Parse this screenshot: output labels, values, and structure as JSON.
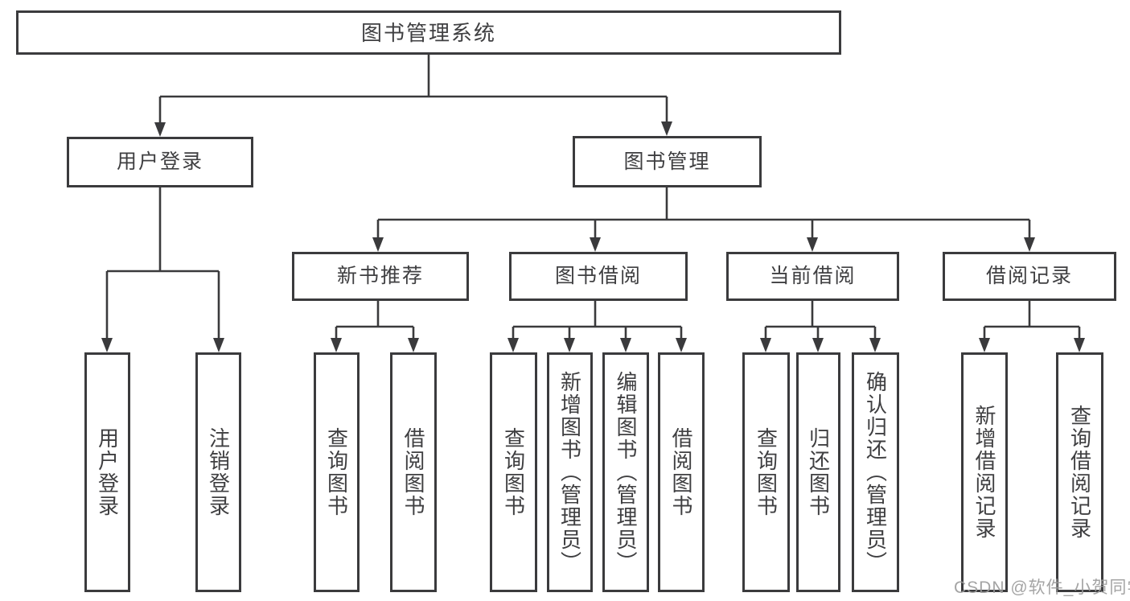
{
  "diagram_type": "hierarchy-tree",
  "root": {
    "id": "library-management-system",
    "label": "图书管理系统"
  },
  "level2": [
    {
      "id": "user-login",
      "label": "用户登录",
      "parent": "library-management-system"
    },
    {
      "id": "book-management",
      "label": "图书管理",
      "parent": "library-management-system"
    }
  ],
  "level3": [
    {
      "id": "new-book-recommend",
      "label": "新书推荐",
      "parent": "book-management"
    },
    {
      "id": "book-borrow",
      "label": "图书借阅",
      "parent": "book-management"
    },
    {
      "id": "current-borrow",
      "label": "当前借阅",
      "parent": "book-management"
    },
    {
      "id": "borrow-records",
      "label": "借阅记录",
      "parent": "book-management"
    }
  ],
  "leaves": [
    {
      "label": "用户登录",
      "parent": "user-login"
    },
    {
      "label": "注销登录",
      "parent": "user-login"
    },
    {
      "label": "查询图书",
      "parent": "new-book-recommend"
    },
    {
      "label": "借阅图书",
      "parent": "new-book-recommend"
    },
    {
      "label": "查询图书",
      "parent": "book-borrow"
    },
    {
      "label": "新增图书（管理员）",
      "parent": "book-borrow"
    },
    {
      "label": "编辑图书（管理员）",
      "parent": "book-borrow"
    },
    {
      "label": "借阅图书",
      "parent": "book-borrow"
    },
    {
      "label": "查询图书",
      "parent": "current-borrow"
    },
    {
      "label": "归还图书",
      "parent": "current-borrow"
    },
    {
      "label": "确认归还（管理员）",
      "parent": "current-borrow"
    },
    {
      "label": "新增借阅记录",
      "parent": "borrow-records"
    },
    {
      "label": "查询借阅记录",
      "parent": "borrow-records"
    }
  ],
  "watermark": {
    "text": "CSDN @软件_小贺同学"
  },
  "colors": {
    "line": "#3a3a3c",
    "border": "#3b3b3d",
    "text": "#3f3f41",
    "background": "#ffffff",
    "watermark": "#9b9b9b"
  }
}
